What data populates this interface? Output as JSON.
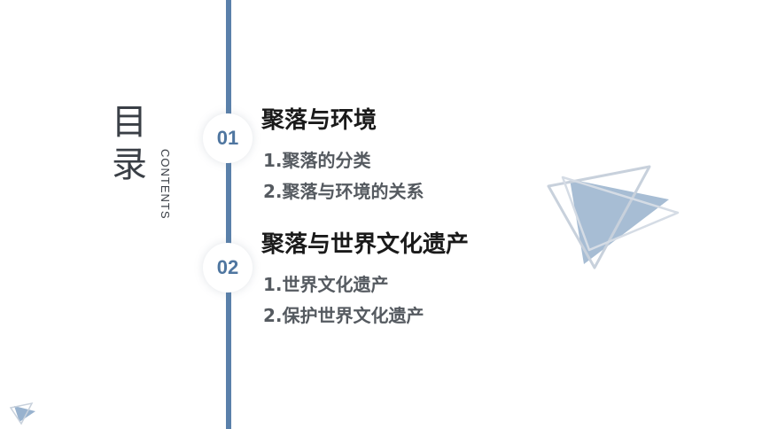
{
  "heading": {
    "chars": [
      "目",
      "录"
    ],
    "subtitle": "CONTENTS"
  },
  "sections": [
    {
      "number": "01",
      "title": "聚落与环境",
      "items": [
        "1.聚落的分类",
        "2.聚落与环境的关系"
      ]
    },
    {
      "number": "02",
      "title": "聚落与世界文化遗产",
      "items": [
        "1.世界文化遗产",
        "2.保护世界文化遗产"
      ]
    }
  ],
  "colors": {
    "accent": "#5a80aa",
    "badge_text": "#4f76a0",
    "title_text": "#1a1a1a",
    "item_text": "#555a60"
  },
  "decor": {
    "icon_large": "triangle-prism-icon",
    "icon_small": "small-triangle-icon"
  }
}
